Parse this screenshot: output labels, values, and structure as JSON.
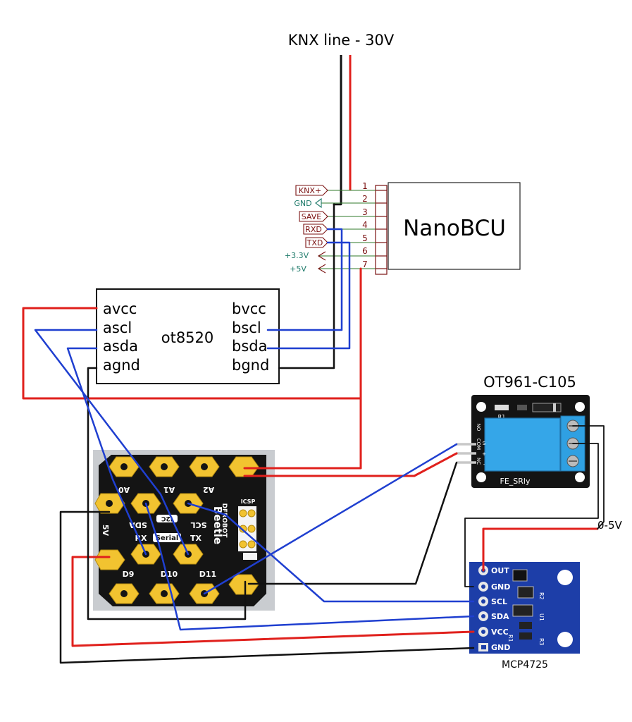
{
  "title": "KNX line - 30V",
  "nanobcu": {
    "name": "NanoBCU",
    "pins": [
      "1",
      "2",
      "3",
      "4",
      "5",
      "6",
      "7"
    ],
    "labels": [
      "KNX+",
      "GND",
      "SAVE",
      "RXD",
      "TXD",
      "+3.3V",
      "+5V"
    ]
  },
  "isolator": {
    "name": "ot8520",
    "left_pins": [
      "avcc",
      "ascl",
      "asda",
      "agnd"
    ],
    "right_pins": [
      "bvcc",
      "bscl",
      "bsda",
      "bgnd"
    ]
  },
  "relay": {
    "title": "OT961-C105",
    "silk": "FE_SRly",
    "r1": "R1",
    "side_pins": [
      "NO",
      "COM",
      "NC"
    ],
    "header_pins": [
      "S",
      "+",
      "-"
    ]
  },
  "beetle": {
    "brand": "DFROBOT",
    "name": "Beetle",
    "labels": [
      "A0",
      "A1",
      "A2",
      "SDA",
      "SCL",
      "I2C",
      "RX",
      "TX",
      "Serial",
      "5V",
      "D9",
      "D10",
      "D11",
      "ICSP"
    ]
  },
  "dac": {
    "name": "MCP4725",
    "pins": [
      "OUT",
      "GND",
      "SCL",
      "SDA",
      "VCC",
      "GND"
    ],
    "silk": [
      "R2",
      "R3",
      "U1",
      "R1"
    ]
  },
  "output_label": "0-5V",
  "colors": {
    "power": "#e0201c",
    "signal": "#1f3fd0",
    "ground": "#111111",
    "beetle_gold": "#f2c330",
    "dac_blue": "#1d3ea8",
    "relay_blue": "#35a6e8"
  }
}
